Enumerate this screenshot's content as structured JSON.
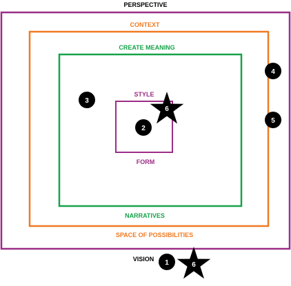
{
  "colors": {
    "perspective": "#9b2d86",
    "context": "#f07a22",
    "meaning": "#16a34a",
    "form": "#9b2d86",
    "marker": "#000000",
    "marker_text": "#ffffff",
    "label_black": "#000000"
  },
  "labels": {
    "perspective": "PERSPECTIVE",
    "context": "CONTEXT",
    "create_meaning": "CREATE MEANING",
    "style": "STYLE",
    "form": "FORM",
    "narratives": "NARRATIVES",
    "space_of_possibilities": "SPACE OF POSSIBILITIES",
    "vision": "VISION"
  },
  "markers": {
    "m1": "1",
    "m2": "2",
    "m3": "3",
    "m4": "4",
    "m5": "5",
    "star_inner": "6",
    "star_bottom": "6"
  }
}
